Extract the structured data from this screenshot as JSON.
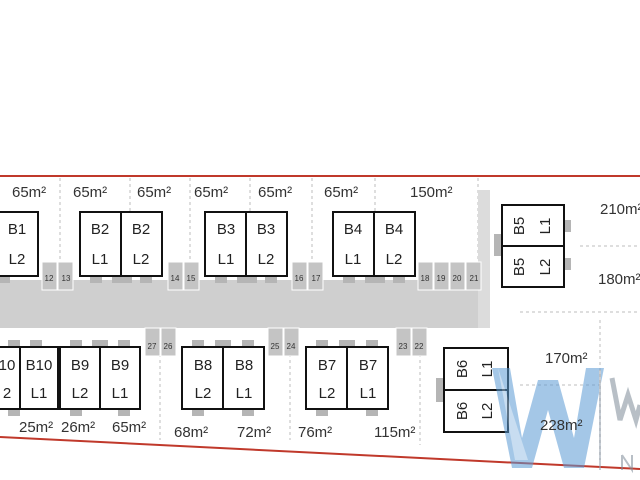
{
  "colors": {
    "boundary": "#c0392b",
    "road": "#cfcfcf",
    "building_stroke": "#111111",
    "dashed": "#bdbdbd",
    "logo": "#5b9bd5"
  },
  "areas": [
    {
      "id": "a-top-1",
      "text": "65m²"
    },
    {
      "id": "a-top-2",
      "text": "65m²"
    },
    {
      "id": "a-top-3",
      "text": "65m²"
    },
    {
      "id": "a-top-4",
      "text": "65m²"
    },
    {
      "id": "a-top-5",
      "text": "65m²"
    },
    {
      "id": "a-top-6",
      "text": "65m²"
    },
    {
      "id": "a-top-7",
      "text": "150m²"
    },
    {
      "id": "a-right-1",
      "text": "210m²"
    },
    {
      "id": "a-right-2",
      "text": "180m²"
    },
    {
      "id": "a-right-3",
      "text": "170m²"
    },
    {
      "id": "a-right-4",
      "text": "228m²"
    },
    {
      "id": "a-bot-1",
      "text": "25m²"
    },
    {
      "id": "a-bot-2",
      "text": "26m²"
    },
    {
      "id": "a-bot-3",
      "text": "65m²"
    },
    {
      "id": "a-bot-4",
      "text": "68m²"
    },
    {
      "id": "a-bot-5",
      "text": "72m²"
    },
    {
      "id": "a-bot-6",
      "text": "76m²"
    },
    {
      "id": "a-bot-7",
      "text": "115m²"
    }
  ],
  "buildings": [
    {
      "id": "b1",
      "units": [
        [
          "B1",
          "L2"
        ]
      ]
    },
    {
      "id": "b2",
      "units": [
        [
          "B2",
          "L1"
        ],
        [
          "B2",
          "L2"
        ]
      ]
    },
    {
      "id": "b3",
      "units": [
        [
          "B3",
          "L1"
        ],
        [
          "B3",
          "L2"
        ]
      ]
    },
    {
      "id": "b4",
      "units": [
        [
          "B4",
          "L1"
        ],
        [
          "B4",
          "L2"
        ]
      ]
    },
    {
      "id": "b5",
      "units": [
        [
          "B5",
          "L1"
        ],
        [
          "B5",
          "L2"
        ]
      ]
    },
    {
      "id": "b10",
      "units": [
        [
          "10",
          "2"
        ],
        [
          "B10",
          "L1"
        ]
      ]
    },
    {
      "id": "b9",
      "units": [
        [
          "B9",
          "L2"
        ],
        [
          "B9",
          "L1"
        ]
      ]
    },
    {
      "id": "b8",
      "units": [
        [
          "B8",
          "L2"
        ],
        [
          "B8",
          "L1"
        ]
      ]
    },
    {
      "id": "b7",
      "units": [
        [
          "B7",
          "L2"
        ],
        [
          "B7",
          "L1"
        ]
      ]
    },
    {
      "id": "b6",
      "units": [
        [
          "B6",
          "L1"
        ],
        [
          "B6",
          "L2"
        ]
      ]
    }
  ],
  "parking": [
    "12",
    "13",
    "14",
    "15",
    "16",
    "17",
    "18",
    "19",
    "20",
    "21",
    "27",
    "26",
    "25",
    "24",
    "23",
    "22"
  ]
}
